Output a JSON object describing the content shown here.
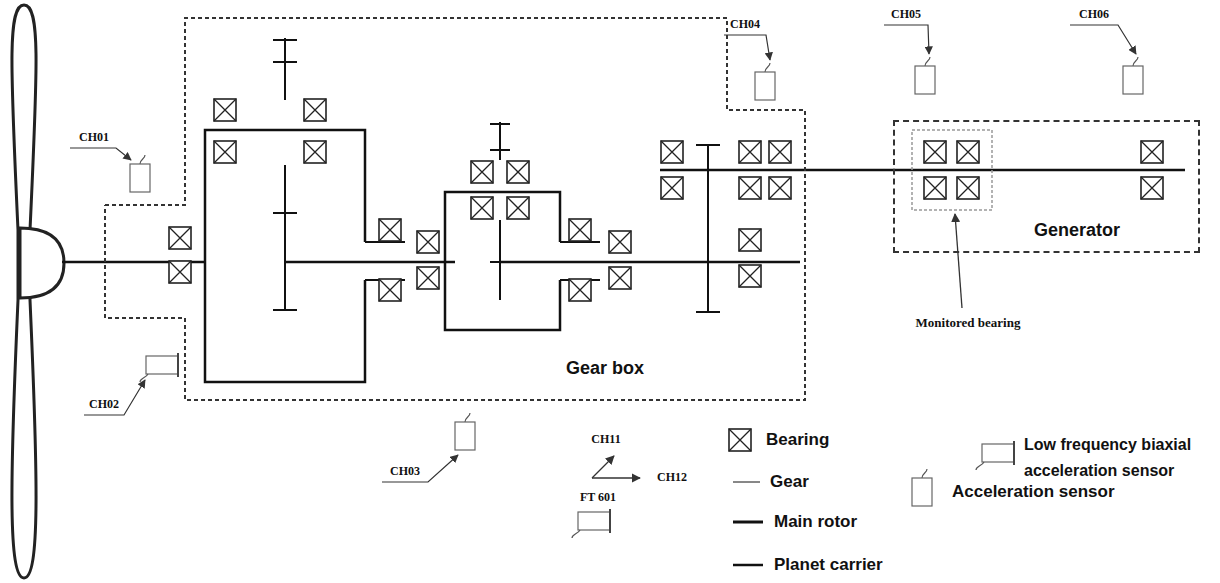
{
  "diagram": {
    "nodes": [
      {
        "text": [
          "Gear box"
        ]
      },
      {
        "text": [
          "Generator"
        ]
      }
    ],
    "labels": [
      "CH01",
      "CH02",
      "CH03",
      "CH04",
      "CH05",
      "CH06",
      "Monitored bearing",
      "CH11",
      "CH12",
      "FT 601"
    ],
    "legend": [
      {
        "text": "Bearing"
      },
      {
        "text": "Gear"
      },
      {
        "text": "Main rotor"
      },
      {
        "text": "Planet carrier"
      },
      {
        "text": "Acceleration sensor"
      },
      {
        "text": "Low frequency biaxial acceleration sensor"
      }
    ]
  }
}
